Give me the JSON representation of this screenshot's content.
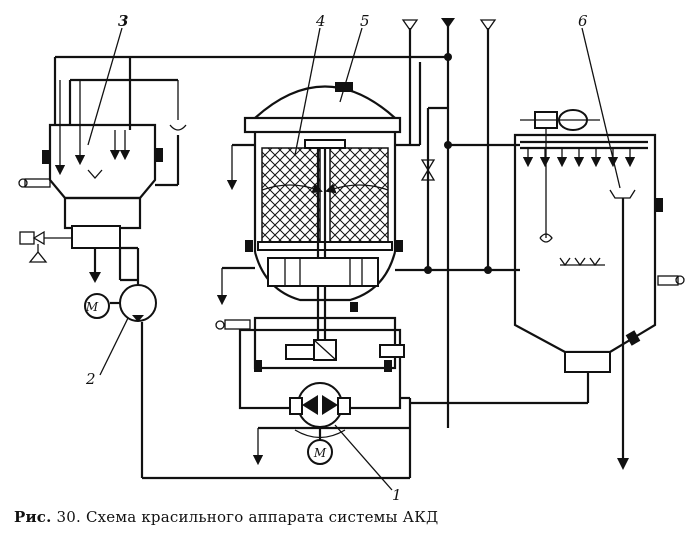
{
  "labels": {
    "l1": "1",
    "l2": "2",
    "l3": "3",
    "l4": "4",
    "l5": "5",
    "l6": "6",
    "motor_left": "M",
    "motor_bottom": "M"
  },
  "caption": {
    "prefix": "Рис.",
    "text": " 30. Схема красильного аппарата системы АКД"
  }
}
